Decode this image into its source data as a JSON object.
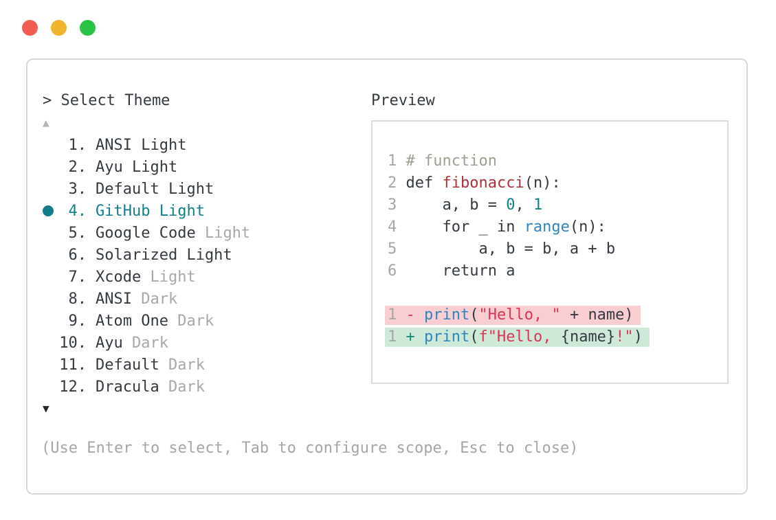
{
  "window_controls": {
    "close": "close",
    "minimize": "minimize",
    "zoom": "zoom"
  },
  "theme_picker": {
    "prompt": "> Select Theme",
    "scroll_up_indicator": "▲",
    "scroll_down_indicator": "▼",
    "items": [
      {
        "num": "1.",
        "name": "ANSI Light",
        "muted_suffix": "",
        "selected": false
      },
      {
        "num": "2.",
        "name": "Ayu Light",
        "muted_suffix": "",
        "selected": false
      },
      {
        "num": "3.",
        "name": "Default Light",
        "muted_suffix": "",
        "selected": false
      },
      {
        "num": "4.",
        "name": "GitHub Light",
        "muted_suffix": "",
        "selected": true
      },
      {
        "num": "5.",
        "name": "Google Code",
        "muted_suffix": "Light",
        "selected": false
      },
      {
        "num": "6.",
        "name": "Solarized Light",
        "muted_suffix": "",
        "selected": false
      },
      {
        "num": "7.",
        "name": "Xcode",
        "muted_suffix": "Light",
        "selected": false
      },
      {
        "num": "8.",
        "name": "ANSI",
        "muted_suffix": "Dark",
        "selected": false
      },
      {
        "num": "9.",
        "name": "Atom One",
        "muted_suffix": "Dark",
        "selected": false
      },
      {
        "num": "10.",
        "name": "Ayu",
        "muted_suffix": "Dark",
        "selected": false
      },
      {
        "num": "11.",
        "name": "Default",
        "muted_suffix": "Dark",
        "selected": false
      },
      {
        "num": "12.",
        "name": "Dracula",
        "muted_suffix": "Dark",
        "selected": false
      }
    ],
    "hint": "(Use Enter to select, Tab to configure scope, Esc to close)"
  },
  "preview": {
    "label": "Preview",
    "code_lines": [
      {
        "num": "1",
        "bg": null,
        "tokens": [
          {
            "t": "# function",
            "c": "comment"
          }
        ]
      },
      {
        "num": "2",
        "bg": null,
        "tokens": [
          {
            "t": "def ",
            "c": "text"
          },
          {
            "t": "fibonacci",
            "c": "function"
          },
          {
            "t": "(n):",
            "c": "text"
          }
        ]
      },
      {
        "num": "3",
        "bg": null,
        "tokens": [
          {
            "t": "    a, b = ",
            "c": "text"
          },
          {
            "t": "0",
            "c": "number"
          },
          {
            "t": ", ",
            "c": "text"
          },
          {
            "t": "1",
            "c": "number"
          }
        ]
      },
      {
        "num": "4",
        "bg": null,
        "tokens": [
          {
            "t": "    for _ in ",
            "c": "text"
          },
          {
            "t": "range",
            "c": "call"
          },
          {
            "t": "(n):",
            "c": "text"
          }
        ]
      },
      {
        "num": "5",
        "bg": null,
        "tokens": [
          {
            "t": "        a, b = b, a + b",
            "c": "text"
          }
        ]
      },
      {
        "num": "6",
        "bg": null,
        "tokens": [
          {
            "t": "    return a",
            "c": "text"
          }
        ]
      },
      {
        "num": "",
        "bg": null,
        "tokens": []
      },
      {
        "num": "1",
        "bg": "removed",
        "tokens": [
          {
            "t": "- ",
            "c": "removed_marker"
          },
          {
            "t": "print",
            "c": "call"
          },
          {
            "t": "(",
            "c": "text"
          },
          {
            "t": "\"Hello, \"",
            "c": "string"
          },
          {
            "t": " + name)",
            "c": "text"
          }
        ]
      },
      {
        "num": "1",
        "bg": "added",
        "tokens": [
          {
            "t": "+ ",
            "c": "added_marker"
          },
          {
            "t": "print",
            "c": "call"
          },
          {
            "t": "(",
            "c": "text"
          },
          {
            "t": "f\"Hello, ",
            "c": "string"
          },
          {
            "t": "{name}",
            "c": "text"
          },
          {
            "t": "!\"",
            "c": "string"
          },
          {
            "t": ")",
            "c": "text"
          }
        ]
      }
    ]
  },
  "colors": {
    "traffic_red": "#f15c52",
    "traffic_yellow": "#f2b32d",
    "traffic_green": "#2bc343",
    "window_border": "#d8d8d8",
    "preview_border": "#dcdcdc",
    "text_dark": "#333a40",
    "text_gray": "#a6a6a6",
    "text_muted": "#a8a8a8",
    "arrow_up_gray": "#b3b3b3",
    "arrow_down_dark": "#23272b",
    "selected_teal": "#117f8a",
    "comment_olive": "#9ea092",
    "function_red": "#b13038",
    "string_red": "#dc3452",
    "call_blue": "#2e86c1",
    "number_teal": "#0d7f87",
    "removed_marker": "#dc3452",
    "added_marker": "#13897b",
    "removed_bg": "#f8ced3",
    "added_bg": "#cfe9d9"
  }
}
